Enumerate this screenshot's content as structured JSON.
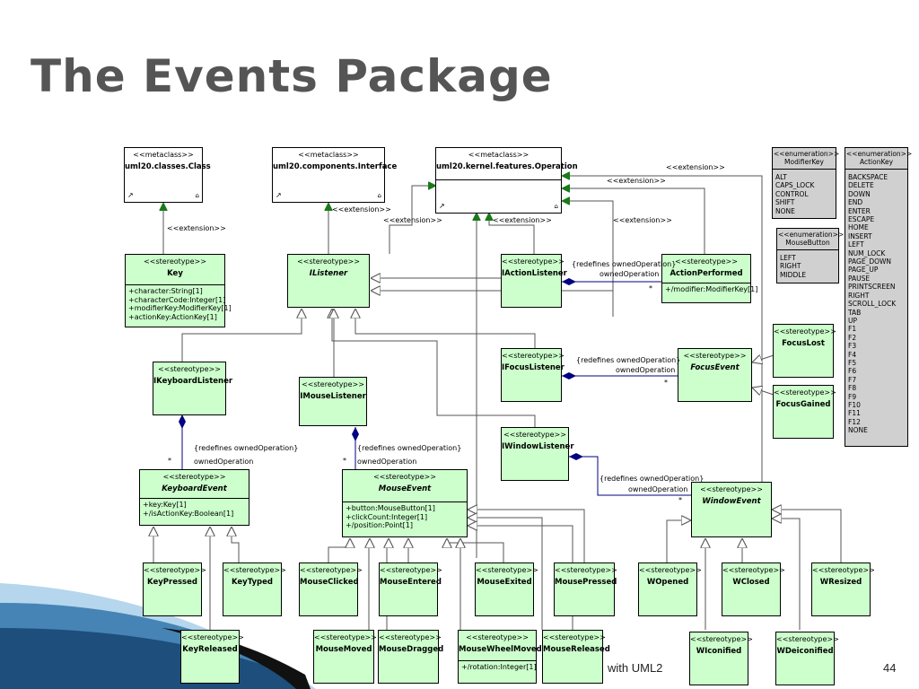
{
  "slide": {
    "title": "The Events Package",
    "footer_text": "with UML2",
    "page_number": "44"
  },
  "metaclasses": [
    {
      "stereotype": "<<metaclass>>",
      "name": "uml20.classes.Class"
    },
    {
      "stereotype": "<<metaclass>>",
      "name": "uml20.components.Interface"
    },
    {
      "stereotype": "<<metaclass>>",
      "name": "uml20.kernel.features.Operation"
    }
  ],
  "enums": {
    "modifier_key": {
      "stereotype": "<<enumeration>>",
      "name": "ModifierKey",
      "values": "ALT\nCAPS_LOCK\nCONTROL\nSHIFT\nNONE"
    },
    "mouse_button": {
      "stereotype": "<<enumeration>>",
      "name": "MouseButton",
      "values": "LEFT\nRIGHT\nMIDDLE"
    },
    "action_key": {
      "stereotype": "<<enumeration>>",
      "name": "ActionKey",
      "values": "BACKSPACE\nDELETE\nDOWN\nEND\nENTER\nESCAPE\nHOME\nINSERT\nLEFT\nNUM_LOCK\nPAGE_DOWN\nPAGE_UP\nPAUSE\nPRINTSCREEN\nRIGHT\nSCROLL_LOCK\nTAB\nUP\nF1\nF2\nF3\nF4\nF5\nF6\nF7\nF8\nF9\nF10\nF11\nF12\nNONE"
    }
  },
  "stereotype_label": "<<stereotype>>",
  "classes": {
    "key": {
      "name": "Key",
      "attrs": "+character:String[1]\n+characterCode:Integer[1]\n+modifierKey:ModifierKey[1]\n+actionKey:ActionKey[1]"
    },
    "ilistener": {
      "name": "IListener"
    },
    "iaction": {
      "name": "IActionListener"
    },
    "action_performed": {
      "name": "ActionPerformed",
      "attrs": "+/modifier:ModifierKey[1]"
    },
    "ikeyboard": {
      "name": "IKeyboardListener"
    },
    "imouse": {
      "name": "IMouseListener"
    },
    "ifocus": {
      "name": "IFocusListener"
    },
    "focus_event": {
      "name": "FocusEvent"
    },
    "focus_lost": {
      "name": "FocusLost"
    },
    "focus_gained": {
      "name": "FocusGained"
    },
    "iwindow": {
      "name": "IWindowListener"
    },
    "keyboard_event": {
      "name": "KeyboardEvent",
      "attrs": "+key:Key[1]\n+/isActionKey:Boolean[1]"
    },
    "mouse_event": {
      "name": "MouseEvent",
      "attrs": "+button:MouseButton[1]\n+clickCount:Integer[1]\n+/position:Point[1]"
    },
    "window_event": {
      "name": "WindowEvent"
    },
    "key_pressed": {
      "name": "KeyPressed"
    },
    "key_typed": {
      "name": "KeyTyped"
    },
    "key_released": {
      "name": "KeyReleased"
    },
    "mouse_clicked": {
      "name": "MouseClicked"
    },
    "mouse_entered": {
      "name": "MouseEntered"
    },
    "mouse_exited": {
      "name": "MouseExited"
    },
    "mouse_pressed": {
      "name": "MousePressed"
    },
    "mouse_moved": {
      "name": "MouseMoved"
    },
    "mouse_dragged": {
      "name": "MouseDragged"
    },
    "mouse_wheel_moved": {
      "name": "MouseWheelMoved",
      "attrs": "+/rotation:Integer[1]"
    },
    "mouse_released": {
      "name": "MouseReleased"
    },
    "w_opened": {
      "name": "WOpened"
    },
    "w_closed": {
      "name": "WClosed"
    },
    "w_resized": {
      "name": "WResized"
    },
    "w_iconified": {
      "name": "WIconified"
    },
    "w_deiconified": {
      "name": "WDeiconified"
    }
  },
  "labels": {
    "extension": "<<extension>>",
    "redefines": "{redefines ownedOperation}",
    "owned_operation": "ownedOperation",
    "star": "*"
  }
}
